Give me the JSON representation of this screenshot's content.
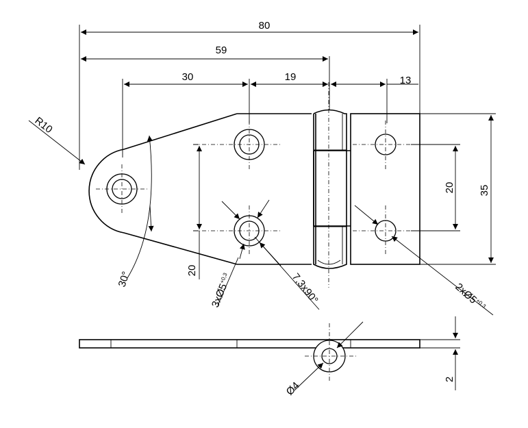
{
  "drawing": {
    "dims": {
      "overall_length": "80",
      "hinge_axis": "59",
      "hole_spacing_left": "30",
      "hole_to_axis": "19",
      "axis_to_hole_right": "13",
      "radius": "R10",
      "height_right": "20",
      "overall_height": "35",
      "height_left": "20",
      "angle": "30°",
      "countersink": "7,3x90°",
      "holes_left_prefix": "3xØ5",
      "holes_right_prefix": "2xØ5",
      "tol": "+0,3",
      "pin_diameter": "Ø4",
      "thickness": "2"
    }
  }
}
